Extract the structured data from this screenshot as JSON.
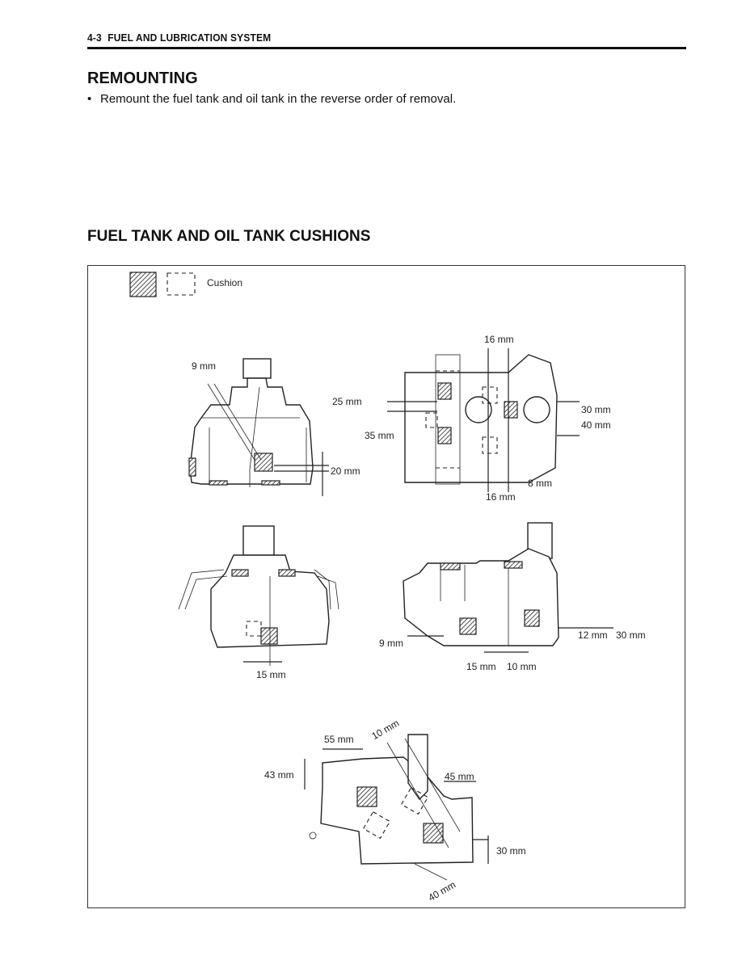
{
  "header": {
    "page_number": "4-3",
    "section_title": "FUEL AND LUBRICATION SYSTEM"
  },
  "remounting": {
    "heading": "REMOUNTING",
    "bullet_symbol": "•",
    "bullet": "Remount the fuel tank and oil tank in the reverse order of removal."
  },
  "cushions": {
    "heading": "FUEL TANK AND OIL TANK CUSHIONS",
    "legend_label": "Cushion",
    "view1": {
      "top": "9 mm",
      "bottom": "20 mm"
    },
    "view2": {
      "top": "16 mm",
      "left_a": "25 mm",
      "left_b": "35 mm",
      "right_a": "30 mm",
      "right_b": "40 mm",
      "bottom_a": "8 mm",
      "bottom_b": "16 mm"
    },
    "view3": {
      "bottom": "15 mm"
    },
    "view4": {
      "left": "9 mm",
      "right_a": "12 mm",
      "right_b": "30 mm",
      "bottom_a": "15 mm",
      "bottom_b": "10 mm"
    },
    "view5": {
      "top_a": "55 mm",
      "top_b": "10 mm",
      "left": "43 mm",
      "right": "45 mm",
      "bottom_right": "30 mm",
      "bottom": "40 mm"
    }
  }
}
